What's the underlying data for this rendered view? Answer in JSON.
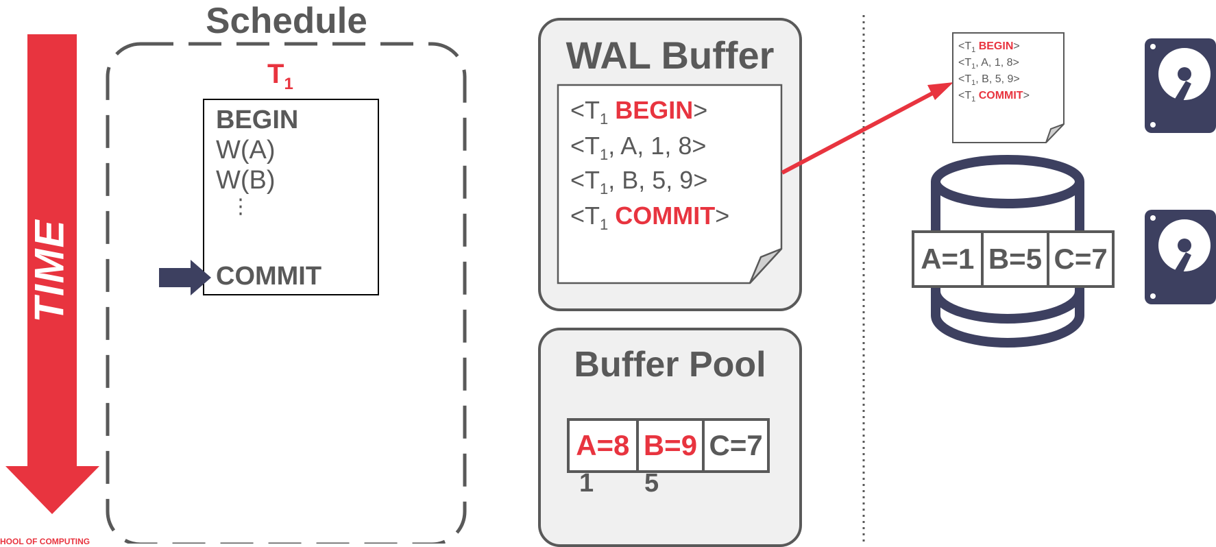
{
  "time_label": "TIME",
  "schedule": {
    "title": "Schedule",
    "txn_name": "T",
    "txn_sub": "1",
    "ops": [
      "BEGIN",
      "W(A)",
      "W(B)",
      "⋮",
      "COMMIT"
    ]
  },
  "wal_buffer": {
    "title": "WAL Buffer",
    "entries": [
      {
        "pre": "<T",
        "sub": "1",
        "mid": " ",
        "kw": "BEGIN",
        "post": ">"
      },
      {
        "pre": "<T",
        "sub": "1",
        "mid": ", A, 1, 8>",
        "kw": "",
        "post": ""
      },
      {
        "pre": "<T",
        "sub": "1",
        "mid": ", B, 5, 9>",
        "kw": "",
        "post": ""
      },
      {
        "pre": "<T",
        "sub": "1",
        "mid": " ",
        "kw": "COMMIT",
        "post": ">"
      }
    ]
  },
  "buffer_pool": {
    "title": "Buffer Pool",
    "cells": [
      "A=8",
      "B=9",
      "C=7"
    ],
    "old_values": [
      "1",
      "5"
    ]
  },
  "disk": {
    "log_entries": [
      {
        "pre": "<T",
        "sub": "1",
        "mid": " ",
        "kw": "BEGIN",
        "post": ">"
      },
      {
        "pre": "<T",
        "sub": "1",
        "mid": ", A, 1, 8>",
        "kw": "",
        "post": ""
      },
      {
        "pre": "<T",
        "sub": "1",
        "mid": ", B, 5, 9>",
        "kw": "",
        "post": ""
      },
      {
        "pre": "<T",
        "sub": "1",
        "mid": " ",
        "kw": "COMMIT",
        "post": ">"
      }
    ],
    "db_cells": [
      "A=1",
      "B=5",
      "C=7"
    ]
  },
  "footer_text": "HOOL OF COMPUTING",
  "colors": {
    "accent": "#e8343f",
    "gray": "#595959",
    "navy": "#3d4060",
    "panel": "#f0f0f0"
  }
}
